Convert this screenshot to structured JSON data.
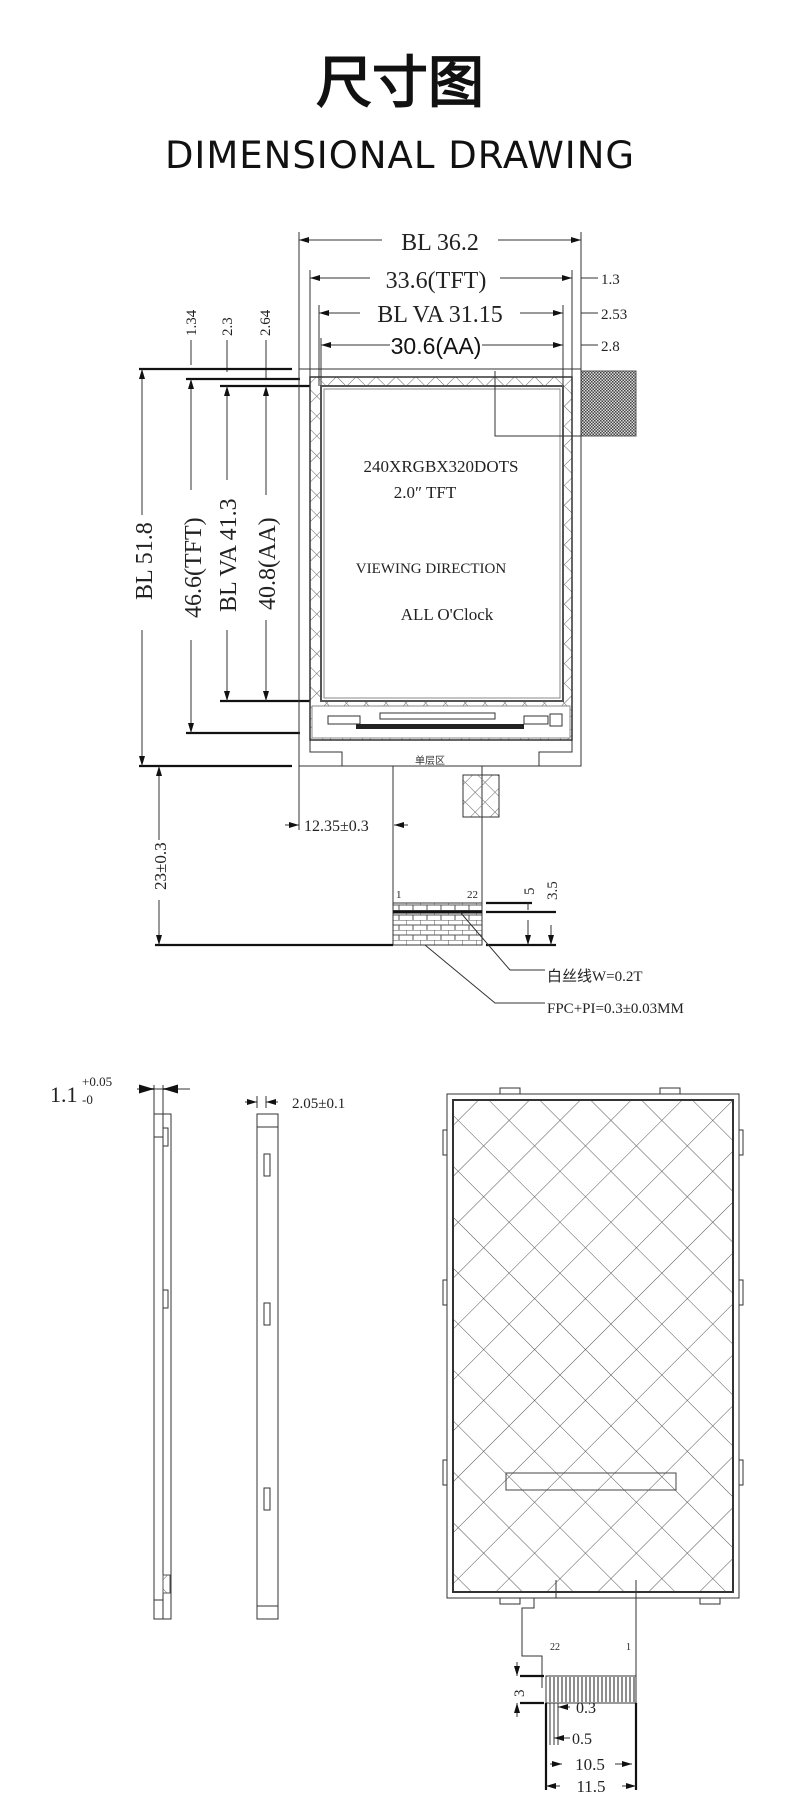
{
  "header": {
    "title_cn": "尺寸图",
    "title_en": "DIMENSIONAL DRAWING"
  },
  "front_view": {
    "dims_top": [
      "BL 36.2",
      "33.6(TFT)",
      "BL VA 31.15",
      "30.6(AA)"
    ],
    "dims_right": [
      "1.3",
      "2.53",
      "2.8"
    ],
    "dims_left_small": [
      "1.34",
      "2.3",
      "2.64"
    ],
    "dims_vertical": [
      "BL 51.8",
      "46.6(TFT)",
      "BL VA 41.3",
      "40.8(AA)"
    ],
    "screen_text": [
      "240XRGBX320DOTS",
      "2.0″ TFT",
      "VIEWING DIRECTION",
      "ALL O'Clock"
    ],
    "tail_label": "单层区",
    "fpc_offset": "12.35±0.3",
    "fpc_length": "23±0.3",
    "pin_first": "1",
    "pin_last": "22",
    "dim_5": "5",
    "dim_3_5": "3.5",
    "note_silk": "白丝线W=0.2T",
    "note_fpc": "FPC+PI=0.3±0.03MM"
  },
  "side_views": {
    "thickness_main": "1.1",
    "thickness_plus": "+0.05",
    "thickness_minus": "-0",
    "thickness_bl": "2.05±0.1"
  },
  "back_view": {
    "pin_left": "22",
    "pin_right": "1",
    "dim_3": "3",
    "dim_pitch_03": "0.3",
    "dim_pitch_05": "0.5",
    "dim_10_5": "10.5",
    "dim_11_5": "11.5"
  }
}
